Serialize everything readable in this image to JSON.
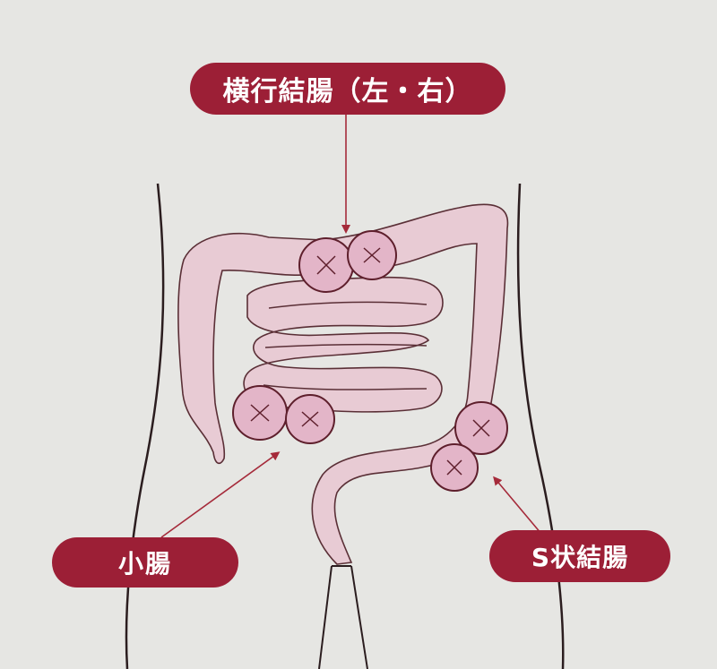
{
  "labels": {
    "transverse_colon": "横行結腸（左・右）",
    "small_intestine": "小腸",
    "sigmoid_colon": "S状結腸"
  },
  "colors": {
    "label_fill": "#9c1f36",
    "label_text": "#ffffff",
    "arrow": "#a52a3a",
    "organ_fill": "#e8cbd4",
    "organ_outline": "#5a2f36",
    "marker_fill": "#e3b5c8",
    "marker_outline": "#5e1f2c",
    "body_outline": "#2b1d1f",
    "background": "#e6e6e3"
  }
}
